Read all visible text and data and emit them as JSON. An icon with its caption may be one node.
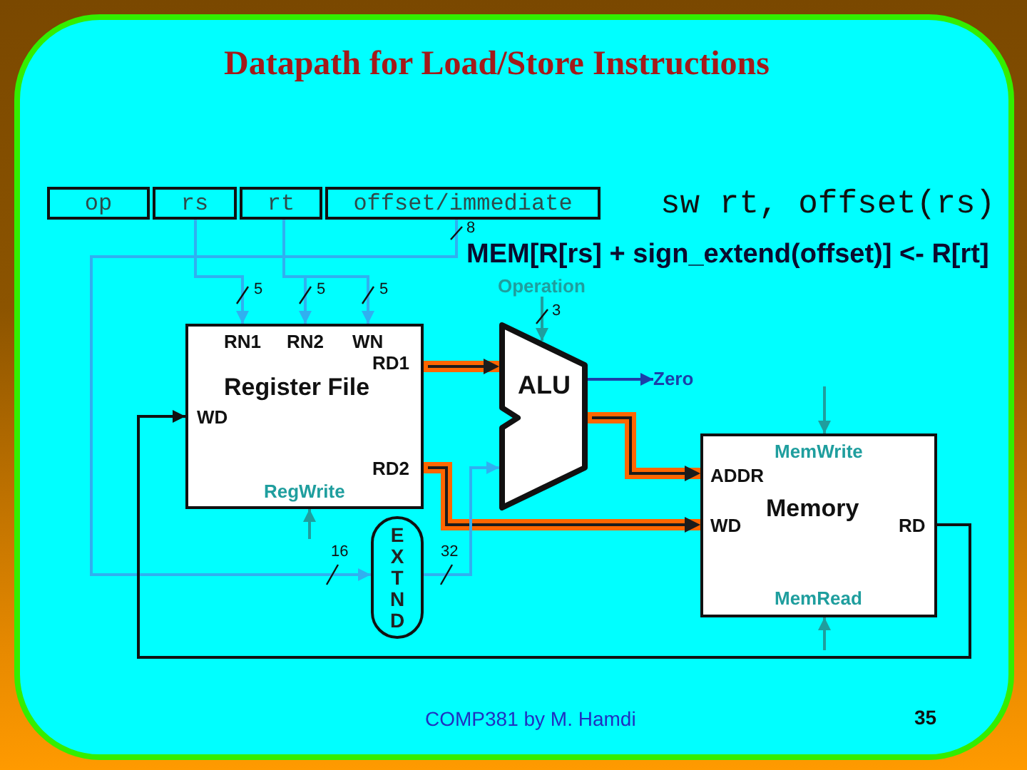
{
  "diagram": {
    "title": "Datapath for Load/Store Instructions",
    "nodes": [
      {
        "text": [
          "op"
        ]
      },
      {
        "text": [
          "rs"
        ]
      },
      {
        "text": [
          "rt"
        ]
      },
      {
        "text": [
          "offset/immediate"
        ]
      },
      {
        "text": [
          "Register File"
        ]
      },
      {
        "text": [
          "ALU"
        ]
      },
      {
        "text": [
          "EXTND"
        ]
      },
      {
        "text": [
          "Memory"
        ]
      },
      {
        "text": [
          "Operation"
        ]
      },
      {
        "text": [
          "Zero"
        ]
      }
    ],
    "edges": [
      {
        "from": 1,
        "to": 4,
        "arrow": "to",
        "color": "#30b0f0"
      },
      {
        "from": 2,
        "to": 4,
        "arrow": "to",
        "color": "#30b0f0"
      },
      {
        "from": 2,
        "to": 4,
        "arrow": "to",
        "color": "#30b0f0"
      },
      {
        "from": 3,
        "to": 6,
        "arrow": "to",
        "color": "#30b0f0"
      },
      {
        "from": 4,
        "to": 5,
        "arrow": "to",
        "style": "thick",
        "color": "#ff6600"
      },
      {
        "from": 4,
        "to": 7,
        "arrow": "to",
        "style": "thick",
        "color": "#ff6600"
      },
      {
        "from": 6,
        "to": 5,
        "arrow": "to",
        "color": "#30b0f0"
      },
      {
        "from": 5,
        "to": 7,
        "arrow": "to",
        "style": "thick",
        "color": "#ff6600"
      },
      {
        "from": 5,
        "to": 9,
        "arrow": "to",
        "color": "#1c3fa8"
      },
      {
        "from": 8,
        "to": 5,
        "arrow": "to",
        "color": "#1f9e9e"
      },
      {
        "from": null,
        "to": 4,
        "arrow": "to",
        "color": "#1f9e9e"
      },
      {
        "from": null,
        "to": 7,
        "arrow": "to",
        "color": "#1f9e9e"
      },
      {
        "from": null,
        "to": 7,
        "arrow": "to",
        "color": "#1f9e9e"
      },
      {
        "from": 7,
        "to": 4,
        "arrow": "to",
        "color": "#111111"
      }
    ],
    "labels": [
      "sw rt, offset(rs)",
      "8",
      "MEM[R[rs] + sign_extend(offset)] <- R[rt]",
      "5",
      "5",
      "5",
      "3",
      "RN1",
      "RN2",
      "WN",
      "RD1",
      "WD",
      "RD2",
      "RegWrite",
      "MemWrite",
      "ADDR",
      "WD",
      "RD",
      "MemRead",
      "16",
      "32",
      "COMP381 by M. Hamdi",
      "35"
    ]
  }
}
